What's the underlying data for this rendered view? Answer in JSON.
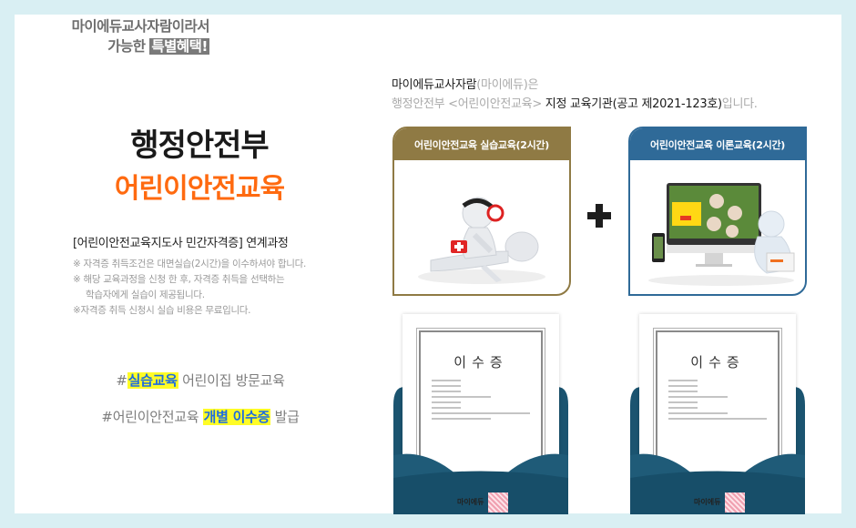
{
  "promo": {
    "line1": "마이에듀교사자람이라서",
    "line2_prefix": "가능한 ",
    "line2_highlight": "특별혜택!"
  },
  "left": {
    "title_line1": "행정안전부",
    "title_line2": "어린이안전교육",
    "course_label": "[어린이안전교육지도사 민간자격증] 연계과정",
    "notes": [
      "※ 자격증 취득조건은 대면실습(2시간)을  이수하셔야 합니다.",
      "※ 해당 교육과정을 신청 한 후, 자격증 취득을 선택하는",
      "학습자에게 실습이 제공됩니다.",
      "※자격증 취득 신청시 실습 비용은 무료입니다."
    ],
    "tags": [
      {
        "prefix": "#",
        "highlight": "실습교육",
        "suffix": " 어린이집 방문교육"
      },
      {
        "prefix": "#어린이안전교육 ",
        "highlight": "개별 이수증",
        "suffix": " 발급"
      }
    ]
  },
  "intro": {
    "line1_dark": "마이에듀교사자람",
    "line1_light": "(마이에듀)은",
    "line2_light": "행정안전부 <어린이안전교육> ",
    "line2_dark": "지정 교육기관(공고 제2021-123호)",
    "line2_tail": "입니다."
  },
  "cards": [
    {
      "title": "어린이안전교육 실습교육(2시간)",
      "color": "#8f7a44",
      "image": "cpr-practice-illustration"
    },
    {
      "title": "어린이안전교육 이론교육(2시간)",
      "color": "#2f6a98",
      "image": "online-lecture-illustration"
    }
  ],
  "plus_icon": "plus-icon",
  "certificates": [
    {
      "title": "이수증",
      "brand": "마이에듀"
    },
    {
      "title": "이수증",
      "brand": "마이에듀"
    }
  ],
  "colors": {
    "background": "#d9eff3",
    "accent_orange": "#ff6a10",
    "highlight_yellow": "#fffc26",
    "highlight_text_blue": "#1d6ce0",
    "envelope_blue": "#1b5470"
  }
}
